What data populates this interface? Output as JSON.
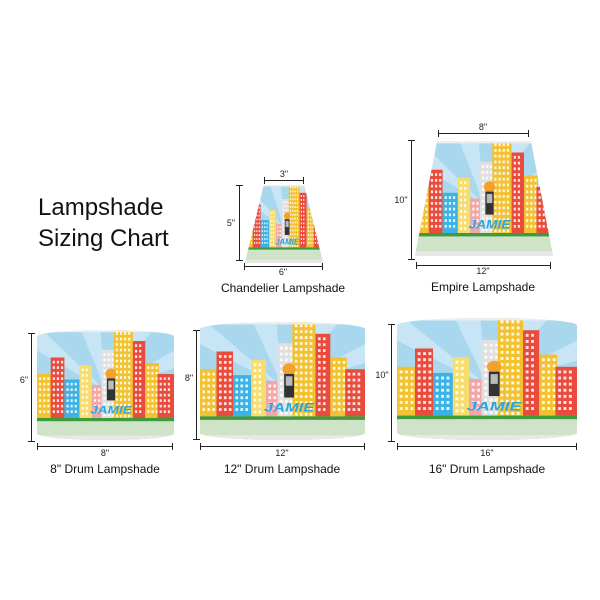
{
  "title": {
    "line1": "Lampshade",
    "line2": "Sizing Chart"
  },
  "shade_text": "JAMIE",
  "colors": {
    "sky": "#a9d8ee",
    "ground": "#cfe3c9",
    "grass": "#3f9a3a",
    "name": "#2aa7e0"
  },
  "shades": [
    {
      "name": "Chandelier Lampshade",
      "height": "5\"",
      "top_width": "3\"",
      "bottom_width": "6\""
    },
    {
      "name": "Empire Lampshade",
      "height": "10\"",
      "top_width": "8\"",
      "bottom_width": "12\""
    },
    {
      "name": "8\" Drum Lampshade",
      "height": "6\"",
      "bottom_width": "8\""
    },
    {
      "name": "12\" Drum Lampshade",
      "height": "8\"",
      "bottom_width": "12\""
    },
    {
      "name": "16\" Drum Lampshade",
      "height": "10\"",
      "bottom_width": "16\""
    }
  ]
}
